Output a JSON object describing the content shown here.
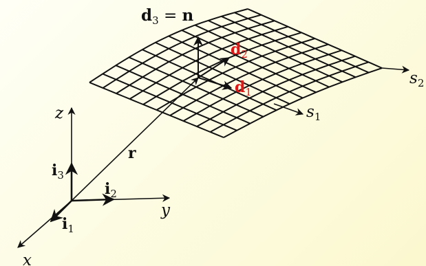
{
  "labels": {
    "d3": "d",
    "d3_sub": "3",
    "equals": " = ",
    "n": "n",
    "d2": "d",
    "d2_sub": "2",
    "d1": "d",
    "d1_sub": "1",
    "s1": "s",
    "s1_sub": "1",
    "s2": "s",
    "s2_sub": "2",
    "r": "r",
    "z": "z",
    "y": "y",
    "x": "x",
    "i1": "i",
    "i1_sub": "1",
    "i2": "i",
    "i2_sub": "2",
    "i3": "i",
    "i3_sub": "3"
  },
  "colors": {
    "background": "#fdfce4",
    "ink": "#111111",
    "director_red": "#e01818"
  }
}
